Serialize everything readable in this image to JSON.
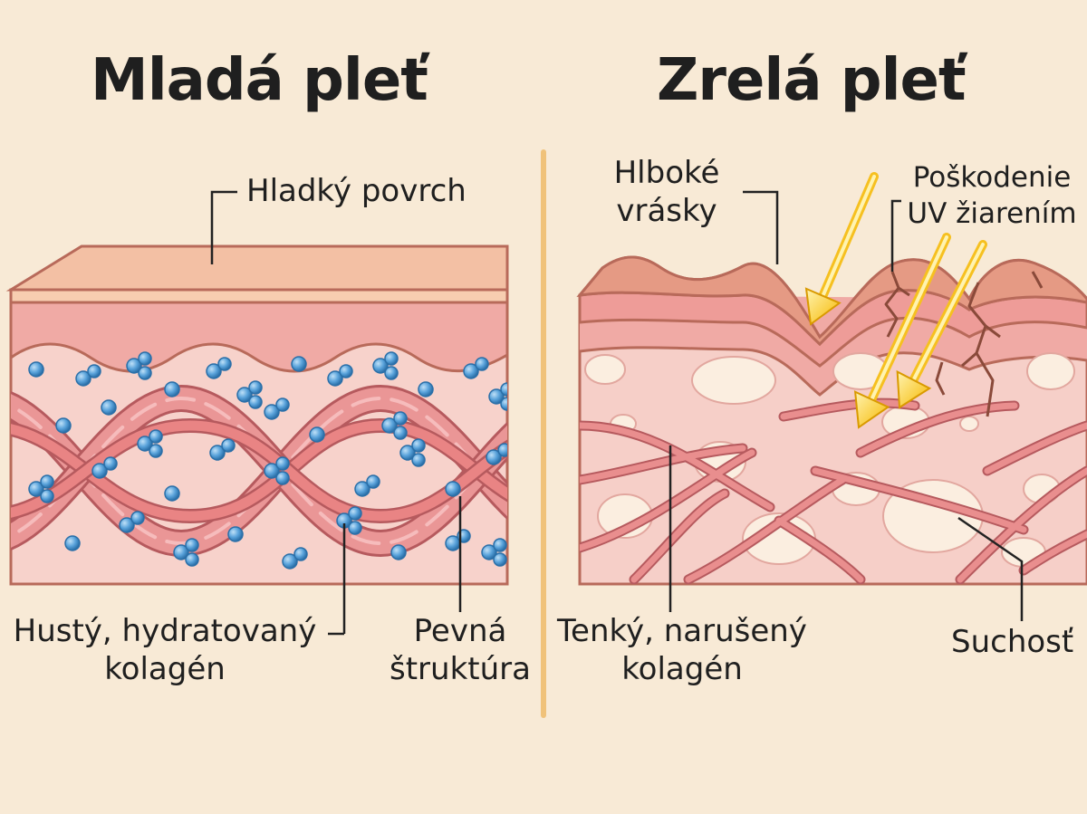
{
  "left": {
    "title": "Mladá pleť",
    "label_surface": "Hladký povrch",
    "label_collagen_line1": "Hustý, hydratovaný",
    "label_collagen_line2": "kolagén",
    "label_structure_line1": "Pevná",
    "label_structure_line2": "štruktúra"
  },
  "right": {
    "title": "Zrelá pleť",
    "label_wrinkles_line1": "Hlboké",
    "label_wrinkles_line2": "vrásky",
    "label_uv_line1": "Poškodenie",
    "label_uv_line2": "UV žiarením",
    "label_collagen_line1": "Tenký, narušený",
    "label_collagen_line2": "kolagén",
    "label_dryness": "Suchosť"
  },
  "colors": {
    "background": "#f8ead6",
    "divider": "#f0c27a",
    "skin_top": "#f3c0a4",
    "skin_layer": "#f0aaa5",
    "dermis": "#f6cfc8",
    "collagen": "#e98e8e",
    "collagen_dark": "#b65a5e",
    "hydration": "#5aa3db",
    "uv_ray": "#f6c020",
    "dry_patch": "#fbeee0"
  },
  "icons": [
    "uv-ray-icon",
    "water-molecule-icon",
    "crack-icon"
  ]
}
